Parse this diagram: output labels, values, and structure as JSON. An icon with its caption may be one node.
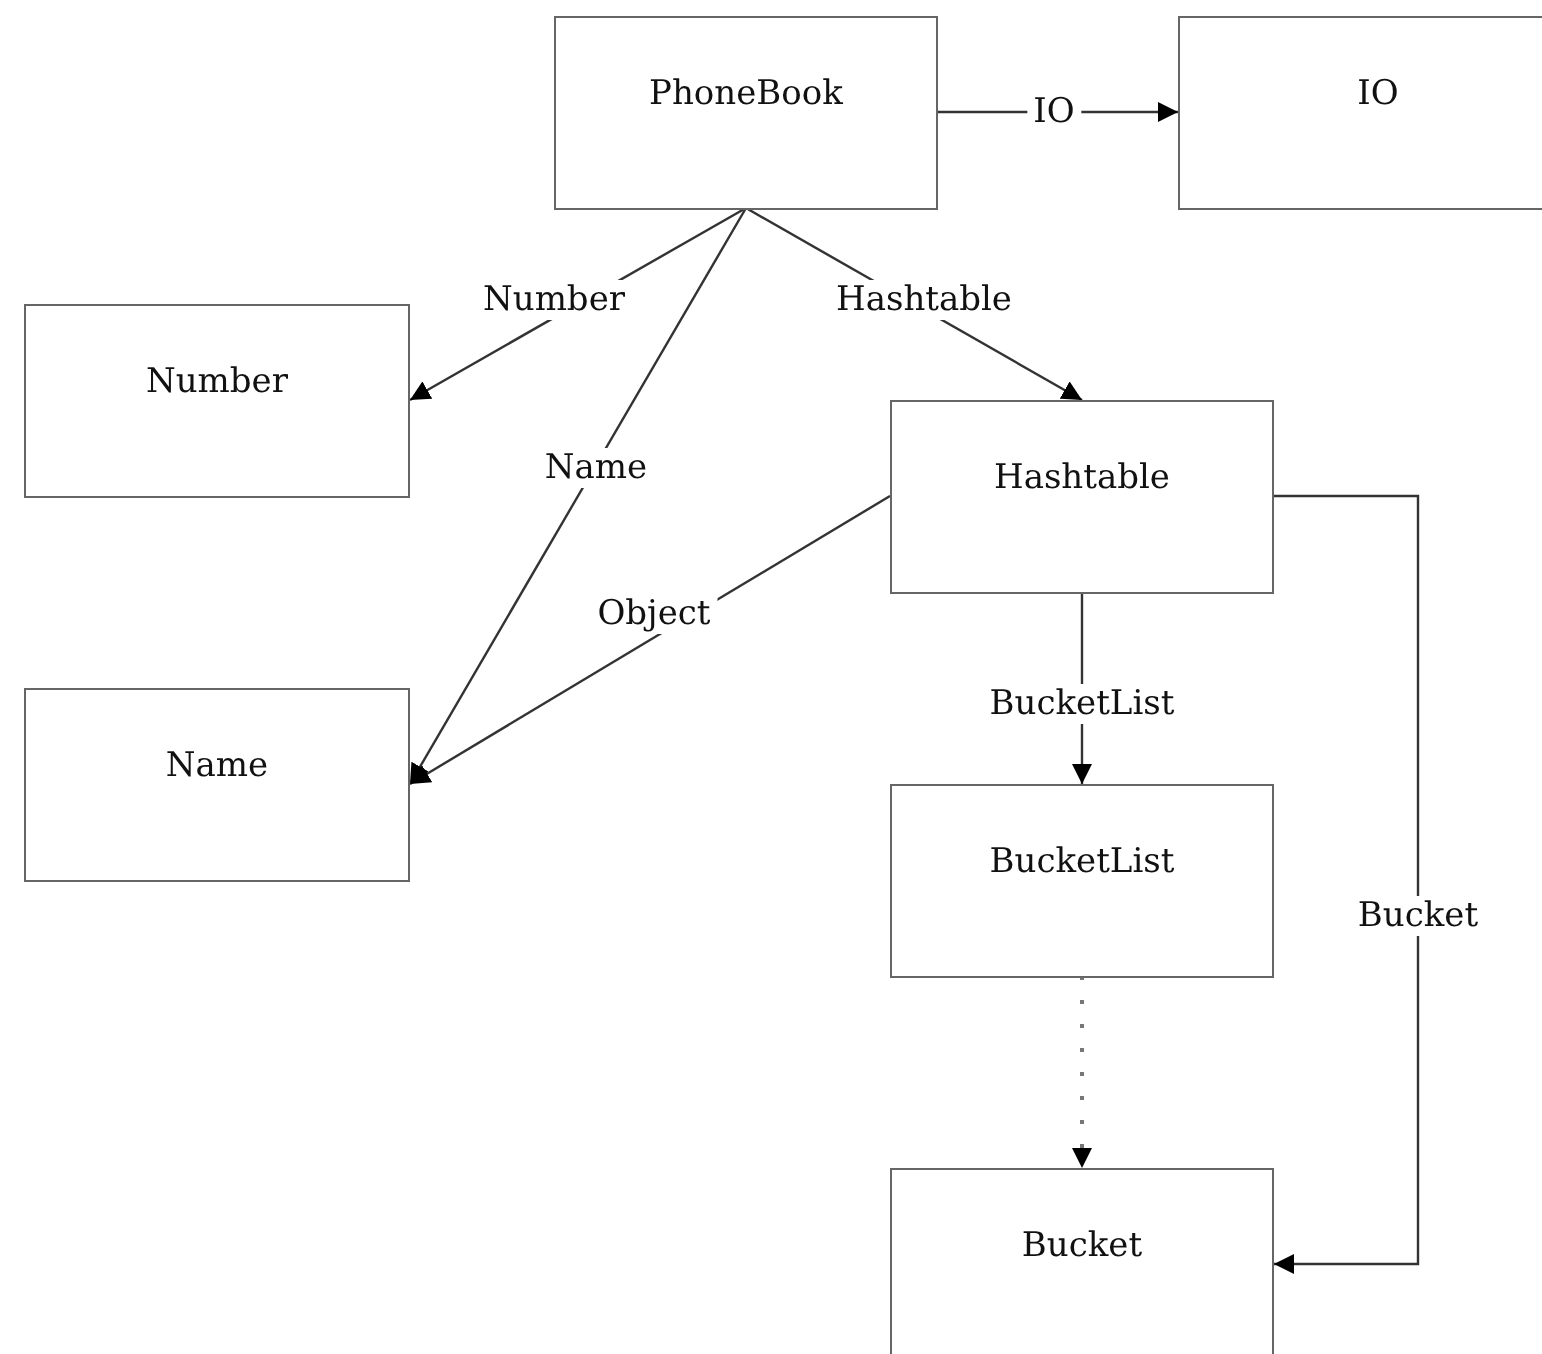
{
  "diagram": {
    "nodes": [
      {
        "text": [
          "PhoneBook"
        ]
      },
      {
        "text": [
          "IO"
        ]
      },
      {
        "text": [
          "Number"
        ]
      },
      {
        "text": [
          "Name"
        ]
      },
      {
        "text": [
          "Hashtable"
        ]
      },
      {
        "text": [
          "BucketList"
        ]
      },
      {
        "text": [
          "Bucket"
        ]
      }
    ],
    "edges": [
      {
        "from": 0,
        "to": 1,
        "arrow": "to",
        "label": "IO"
      },
      {
        "from": 0,
        "to": 2,
        "arrow": "to",
        "label": "Number"
      },
      {
        "from": 0,
        "to": 3,
        "arrow": "to",
        "label": "Name"
      },
      {
        "from": 0,
        "to": 4,
        "arrow": "to",
        "label": "Hashtable"
      },
      {
        "from": 4,
        "to": 3,
        "arrow": "to",
        "label": "Object"
      },
      {
        "from": 4,
        "to": 5,
        "arrow": "to",
        "label": "BucketList"
      },
      {
        "from": 5,
        "to": 6,
        "arrow": "to",
        "style": "dashed"
      },
      {
        "from": 4,
        "to": 6,
        "arrow": "to",
        "label": "Bucket"
      }
    ]
  }
}
